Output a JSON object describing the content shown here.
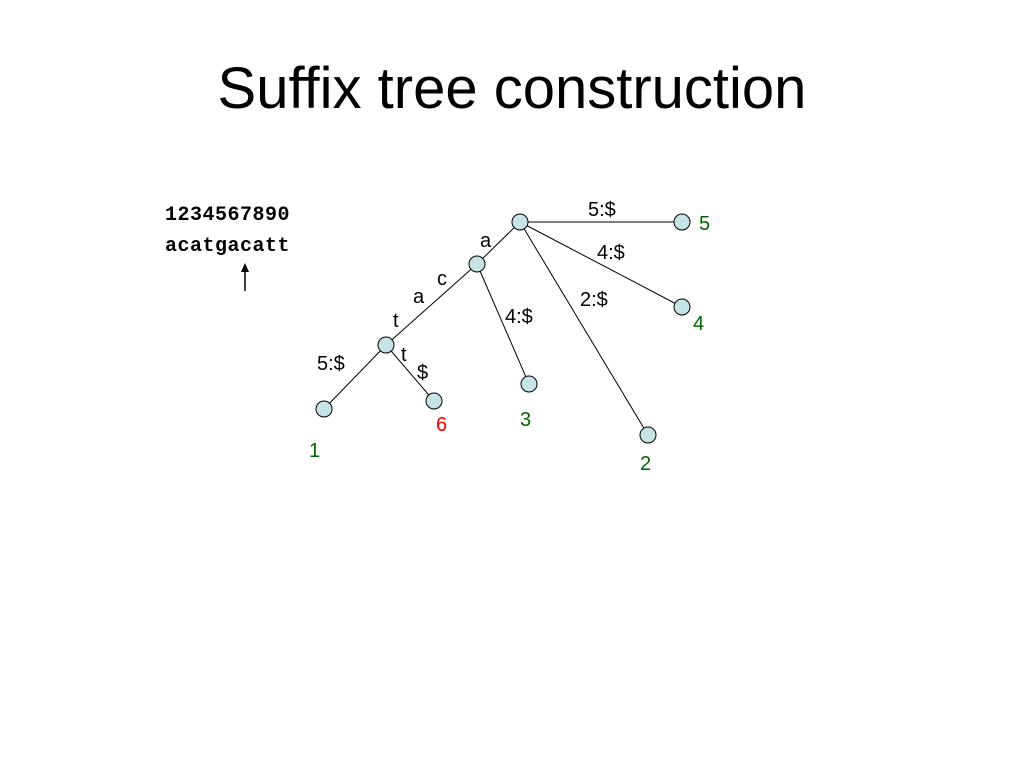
{
  "slide": {
    "title": "Suffix tree construction",
    "positions_row": "1234567890",
    "sequence_row": "acatgacatt"
  },
  "tree": {
    "colors": {
      "node_fill": "#c6e4e6",
      "edge": "#000000",
      "leaf_label": "#006600",
      "new_leaf_label": "#ff0000"
    },
    "edge_labels": {
      "root_to_5": "5:$",
      "root_to_4": "4:$",
      "root_to_2": "2:$",
      "a_node_to_3": "4:$",
      "branch_to_1": "5:$",
      "root_to_a": "a",
      "a_to_c": "c",
      "c_to_a": "a",
      "a_to_t": "t",
      "branch_t": "t",
      "branch_dollar": "$"
    },
    "leaf_labels": {
      "leaf_1": "1",
      "leaf_2": "2",
      "leaf_3": "3",
      "leaf_4": "4",
      "leaf_5": "5",
      "leaf_6": "6"
    }
  }
}
